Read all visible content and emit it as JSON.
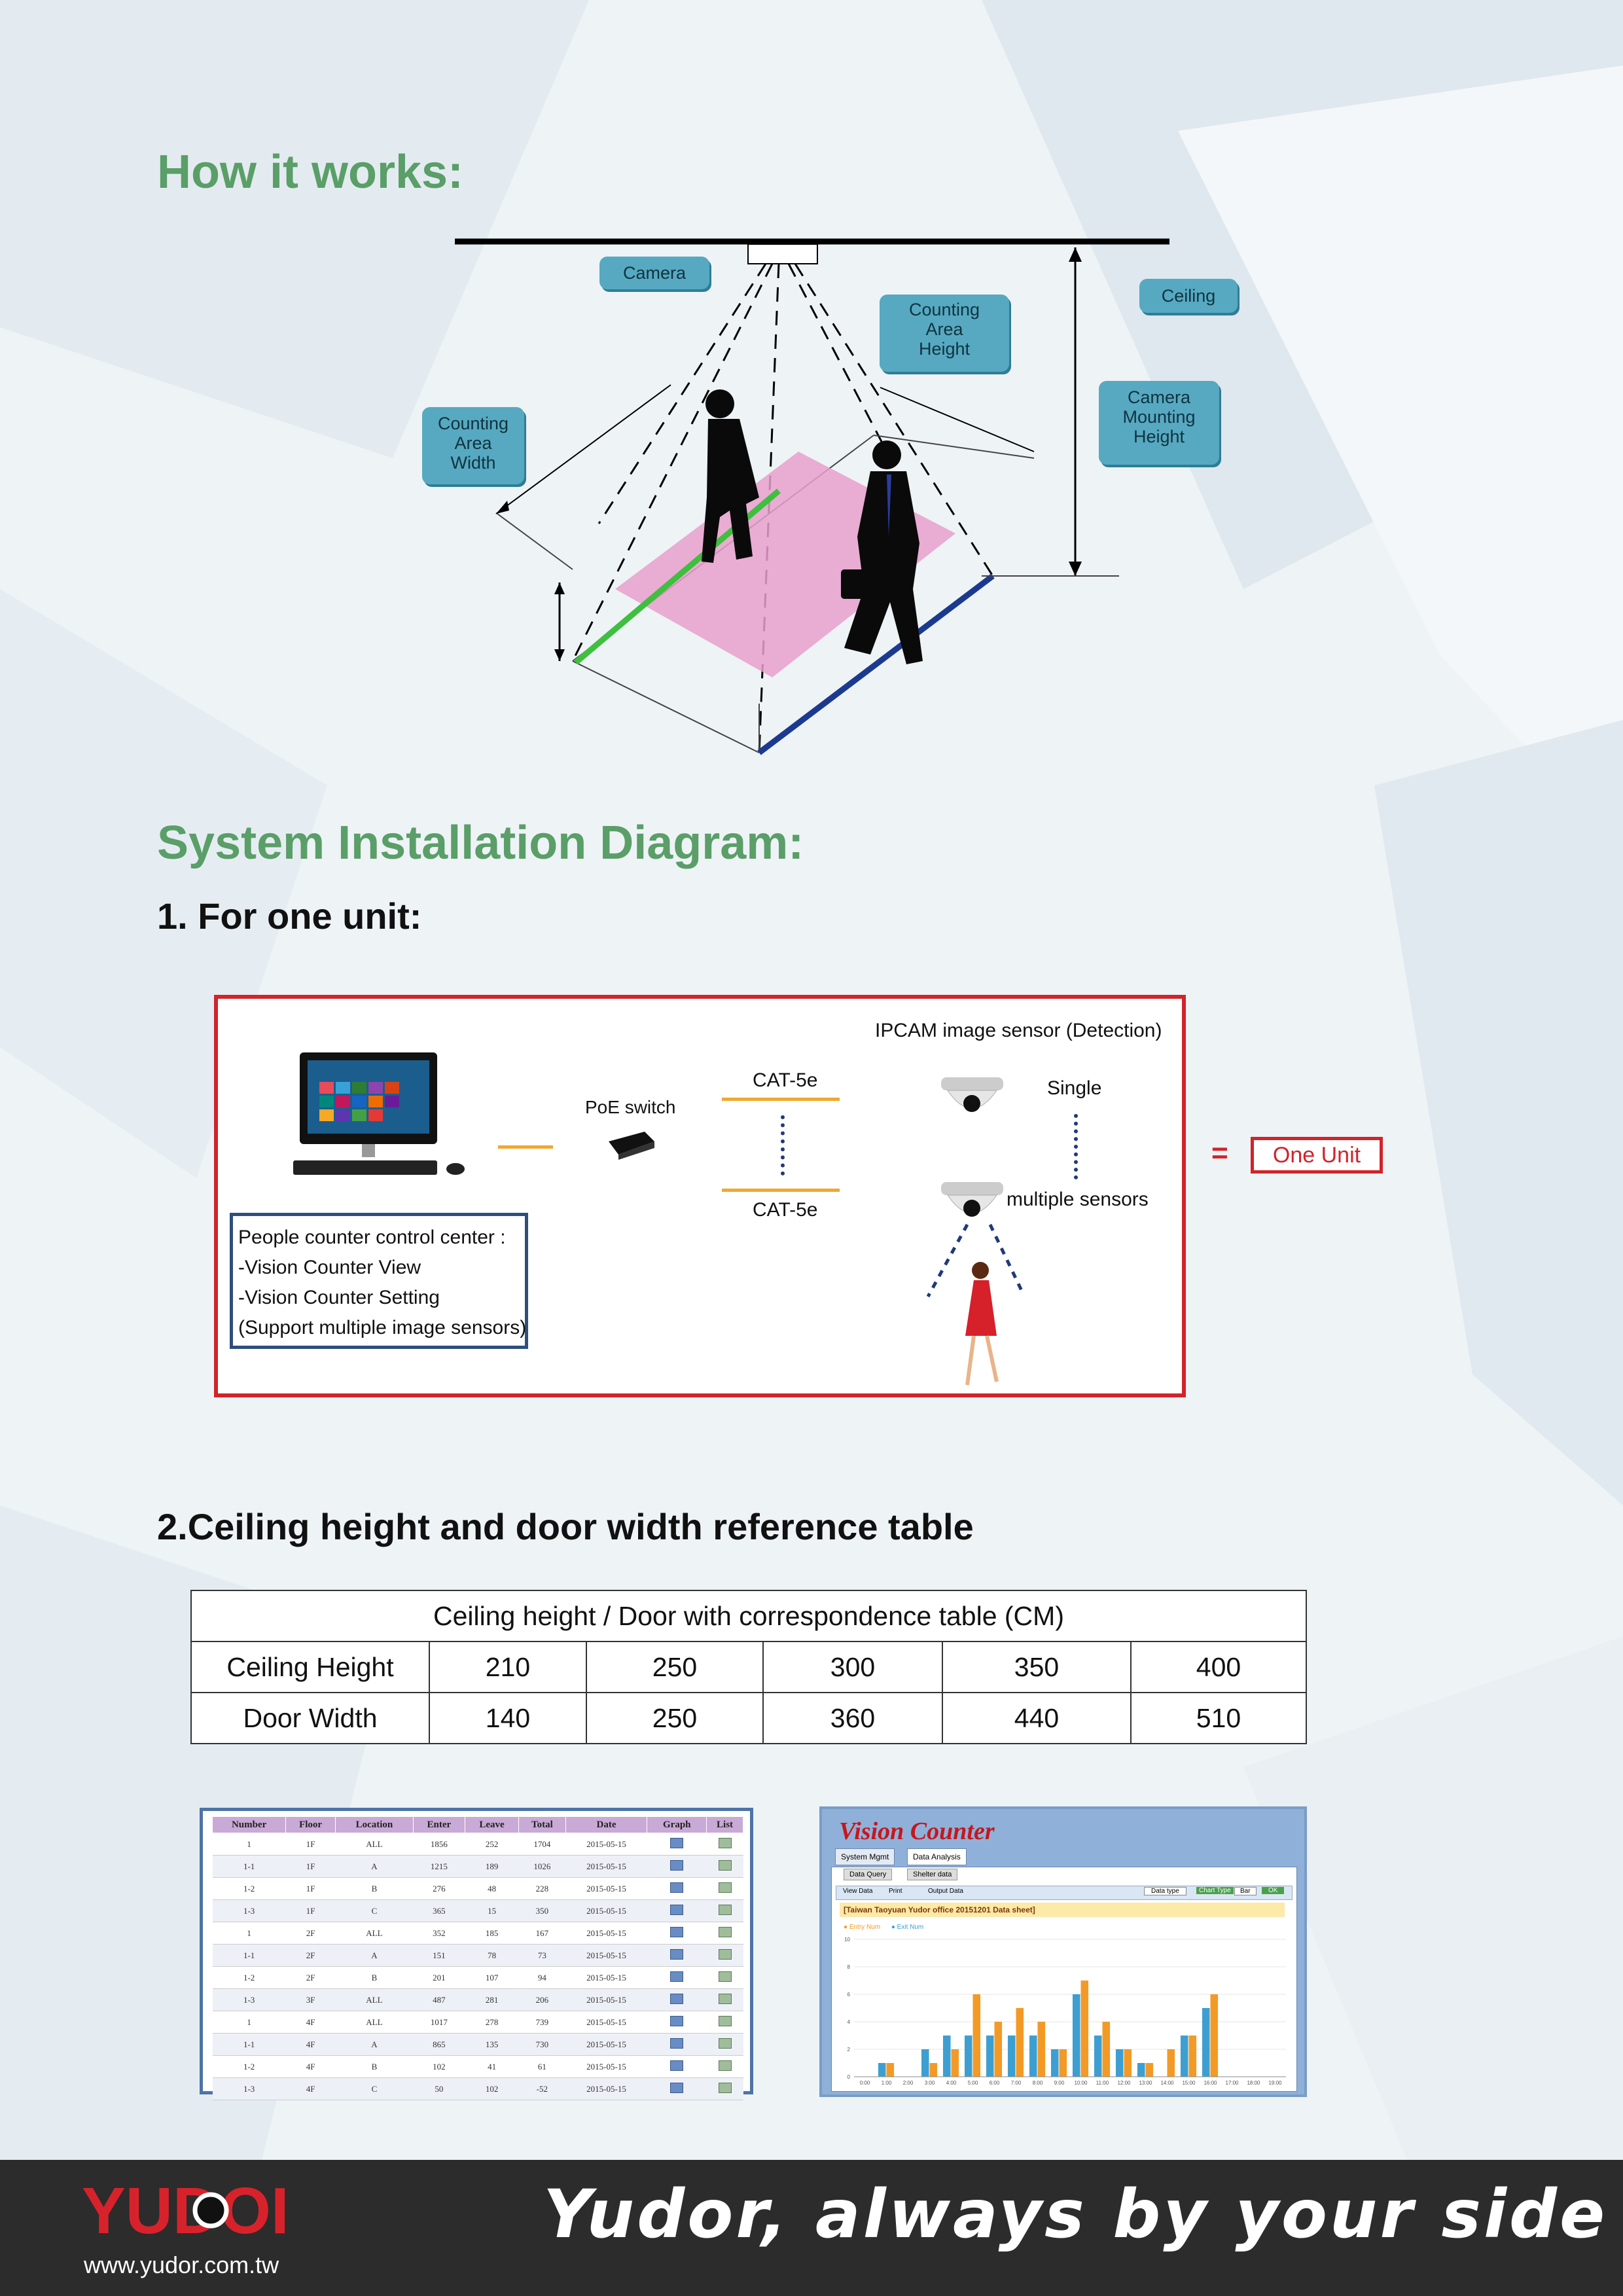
{
  "section1": {
    "title": "How it works:"
  },
  "diagram": {
    "camera": "Camera",
    "ceiling": "Ceiling",
    "counting_area_height": [
      "Counting",
      "Area",
      "Height"
    ],
    "counting_area_width": [
      "Counting",
      "Area",
      "Width"
    ],
    "camera_mounting_height": [
      "Camera",
      "Mounting",
      "Height"
    ]
  },
  "section2": {
    "title": "System Installation Diagram:",
    "subtitle": "1. For one unit:"
  },
  "install": {
    "sensor_title": "IPCAM image sensor (Detection)",
    "poe": "PoE switch",
    "cat_top": "CAT-5e",
    "cat_bottom": "CAT-5e",
    "single": "Single",
    "multiple": "multiple sensors",
    "equals": "=",
    "one_unit": "One Unit",
    "control_lines": [
      "People counter control center :",
      "-Vision Counter View",
      "-Vision Counter Setting",
      "(Support multiple image sensors)"
    ]
  },
  "section3": {
    "title": "2.Ceiling height and door width reference table"
  },
  "ref_table": {
    "caption": "Ceiling height / Door with correspondence table (CM)",
    "rows": [
      {
        "label": "Ceiling Height",
        "values": [
          "210",
          "250",
          "300",
          "350",
          "400"
        ]
      },
      {
        "label": "Door Width",
        "values": [
          "140",
          "250",
          "360",
          "440",
          "510"
        ]
      }
    ]
  },
  "report_table": {
    "headers": [
      "Number",
      "Floor",
      "Location",
      "Enter",
      "Leave",
      "Total",
      "Date",
      "Graph",
      "List"
    ],
    "rows": [
      [
        "1",
        "1F",
        "ALL",
        "1856",
        "252",
        "1704",
        "2015-05-15"
      ],
      [
        "1-1",
        "1F",
        "A",
        "1215",
        "189",
        "1026",
        "2015-05-15"
      ],
      [
        "1-2",
        "1F",
        "B",
        "276",
        "48",
        "228",
        "2015-05-15"
      ],
      [
        "1-3",
        "1F",
        "C",
        "365",
        "15",
        "350",
        "2015-05-15"
      ],
      [
        "1",
        "2F",
        "ALL",
        "352",
        "185",
        "167",
        "2015-05-15"
      ],
      [
        "1-1",
        "2F",
        "A",
        "151",
        "78",
        "73",
        "2015-05-15"
      ],
      [
        "1-2",
        "2F",
        "B",
        "201",
        "107",
        "94",
        "2015-05-15"
      ],
      [
        "1-3",
        "3F",
        "ALL",
        "487",
        "281",
        "206",
        "2015-05-15"
      ],
      [
        "1",
        "4F",
        "ALL",
        "1017",
        "278",
        "739",
        "2015-05-15"
      ],
      [
        "1-1",
        "4F",
        "A",
        "865",
        "135",
        "730",
        "2015-05-15"
      ],
      [
        "1-2",
        "4F",
        "B",
        "102",
        "41",
        "61",
        "2015-05-15"
      ],
      [
        "1-3",
        "4F",
        "C",
        "50",
        "102",
        "-52",
        "2015-05-15"
      ]
    ]
  },
  "app": {
    "brand": "Vision Counter",
    "tabs": [
      "System Mgmt",
      "Data Analysis"
    ],
    "subtabs": [
      "Data Query",
      "Shelter data"
    ],
    "toolbar": [
      "View Data",
      "Print",
      "Output Data"
    ],
    "controls": [
      "Data type",
      "Chart Type",
      "Bar",
      "OK"
    ],
    "sheet_title": "[Taiwan Taoyuan Yudor office 20151201 Data sheet]",
    "legend": [
      "Entry Num",
      "Exit Num"
    ]
  },
  "chart_data": {
    "type": "bar",
    "categories": [
      "0:00",
      "1:00",
      "2:00",
      "3:00",
      "4:00",
      "5:00",
      "6:00",
      "7:00",
      "8:00",
      "9:00",
      "10:00",
      "11:00",
      "12:00",
      "13:00",
      "14:00",
      "15:00",
      "16:00",
      "17:00",
      "18:00",
      "19:00"
    ],
    "series": [
      {
        "name": "Entry Num",
        "values": [
          0,
          1,
          0,
          1,
          2,
          6,
          4,
          5,
          4,
          2,
          7,
          4,
          2,
          1,
          2,
          3,
          6,
          0,
          0,
          0
        ]
      },
      {
        "name": "Exit Num",
        "values": [
          0,
          1,
          0,
          2,
          3,
          3,
          3,
          3,
          3,
          2,
          6,
          3,
          2,
          1,
          0,
          3,
          5,
          0,
          0,
          0
        ]
      }
    ],
    "yticks": [
      "0",
      "2",
      "4",
      "6",
      "8",
      "10"
    ],
    "ylim": [
      0,
      10
    ],
    "colors": {
      "Entry Num": "#f39a26",
      "Exit Num": "#3d9fd1"
    }
  },
  "footer": {
    "logo": "YUDOR",
    "url": "www.yudor.com.tw",
    "slogan": "Yudor, always by your side"
  }
}
